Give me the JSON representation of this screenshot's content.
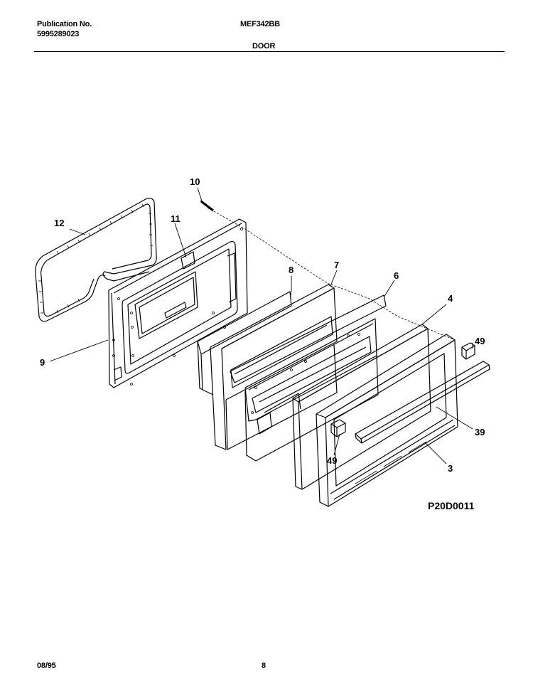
{
  "header": {
    "publication_label": "Publication No.",
    "publication_number": "5995289023",
    "model": "MEF342BB",
    "section": "DOOR"
  },
  "callouts": {
    "c10": "10",
    "c12": "12",
    "c11": "11",
    "c8": "8",
    "c7": "7",
    "c6": "6",
    "c4": "4",
    "c49a": "49",
    "c9": "9",
    "c39": "39",
    "c49b": "49",
    "c3": "3"
  },
  "diagram_code": "P20D0011",
  "footer": {
    "date": "08/95",
    "page": "8"
  }
}
